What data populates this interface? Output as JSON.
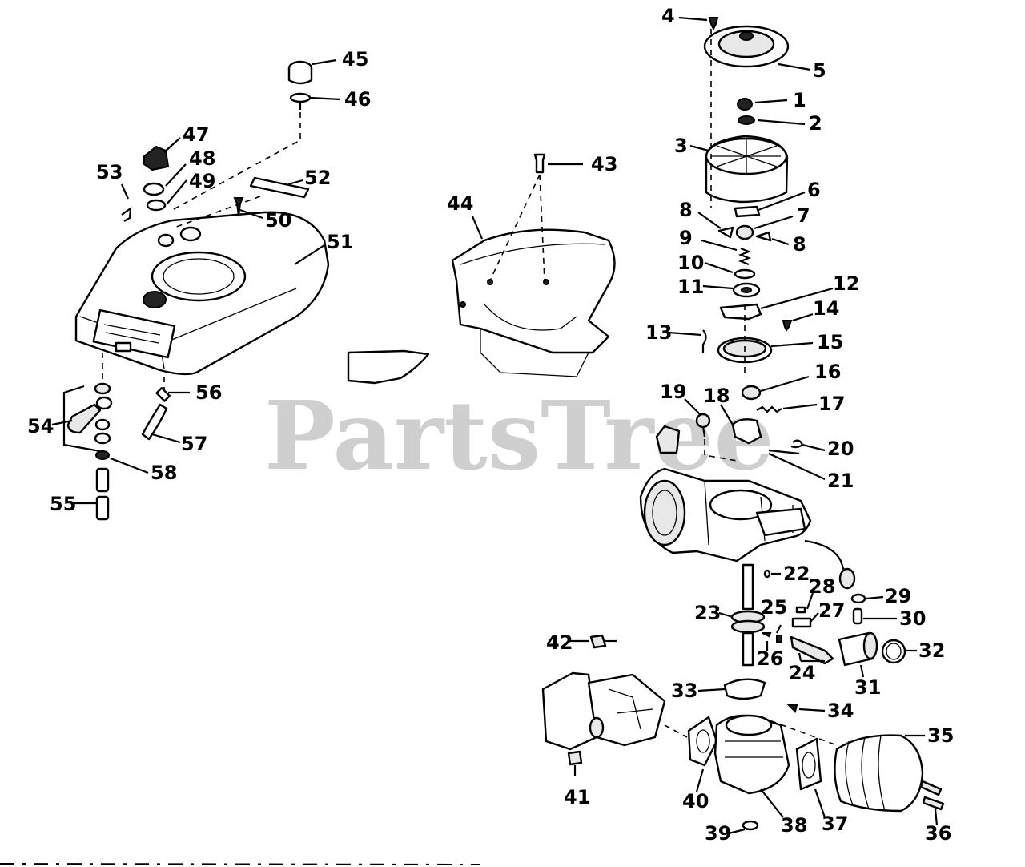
{
  "watermark": "PartsTree",
  "callouts": [
    {
      "id": "c1",
      "text": "1"
    },
    {
      "id": "c2",
      "text": "2"
    },
    {
      "id": "c3",
      "text": "3"
    },
    {
      "id": "c4",
      "text": "4"
    },
    {
      "id": "c5",
      "text": "5"
    },
    {
      "id": "c6",
      "text": "6"
    },
    {
      "id": "c7",
      "text": "7"
    },
    {
      "id": "c8a",
      "text": "8"
    },
    {
      "id": "c8b",
      "text": "8"
    },
    {
      "id": "c9",
      "text": "9"
    },
    {
      "id": "c10",
      "text": "10"
    },
    {
      "id": "c11",
      "text": "11"
    },
    {
      "id": "c12",
      "text": "12"
    },
    {
      "id": "c13",
      "text": "13"
    },
    {
      "id": "c14",
      "text": "14"
    },
    {
      "id": "c15",
      "text": "15"
    },
    {
      "id": "c16",
      "text": "16"
    },
    {
      "id": "c17",
      "text": "17"
    },
    {
      "id": "c18",
      "text": "18"
    },
    {
      "id": "c19",
      "text": "19"
    },
    {
      "id": "c20",
      "text": "20"
    },
    {
      "id": "c21",
      "text": "21"
    },
    {
      "id": "c22",
      "text": "22"
    },
    {
      "id": "c23",
      "text": "23"
    },
    {
      "id": "c24",
      "text": "24"
    },
    {
      "id": "c25",
      "text": "25"
    },
    {
      "id": "c26",
      "text": "26"
    },
    {
      "id": "c27",
      "text": "27"
    },
    {
      "id": "c28",
      "text": "28"
    },
    {
      "id": "c29",
      "text": "29"
    },
    {
      "id": "c30",
      "text": "30"
    },
    {
      "id": "c31",
      "text": "31"
    },
    {
      "id": "c32",
      "text": "32"
    },
    {
      "id": "c33",
      "text": "33"
    },
    {
      "id": "c34",
      "text": "34"
    },
    {
      "id": "c35",
      "text": "35"
    },
    {
      "id": "c36",
      "text": "36"
    },
    {
      "id": "c37",
      "text": "37"
    },
    {
      "id": "c38",
      "text": "38"
    },
    {
      "id": "c39",
      "text": "39"
    },
    {
      "id": "c40",
      "text": "40"
    },
    {
      "id": "c41",
      "text": "41"
    },
    {
      "id": "c42",
      "text": "42"
    },
    {
      "id": "c43",
      "text": "43"
    },
    {
      "id": "c44",
      "text": "44"
    },
    {
      "id": "c45",
      "text": "45"
    },
    {
      "id": "c46",
      "text": "46"
    },
    {
      "id": "c47",
      "text": "47"
    },
    {
      "id": "c48",
      "text": "48"
    },
    {
      "id": "c49",
      "text": "49"
    },
    {
      "id": "c50",
      "text": "50"
    },
    {
      "id": "c51",
      "text": "51"
    },
    {
      "id": "c52",
      "text": "52"
    },
    {
      "id": "c53",
      "text": "53"
    },
    {
      "id": "c54",
      "text": "54"
    },
    {
      "id": "c55",
      "text": "55"
    },
    {
      "id": "c56",
      "text": "56"
    },
    {
      "id": "c57",
      "text": "57"
    },
    {
      "id": "c58",
      "text": "58"
    }
  ],
  "colors": {
    "ink": "#000000",
    "background": "#ffffff",
    "watermark": "#cfcfcf"
  }
}
